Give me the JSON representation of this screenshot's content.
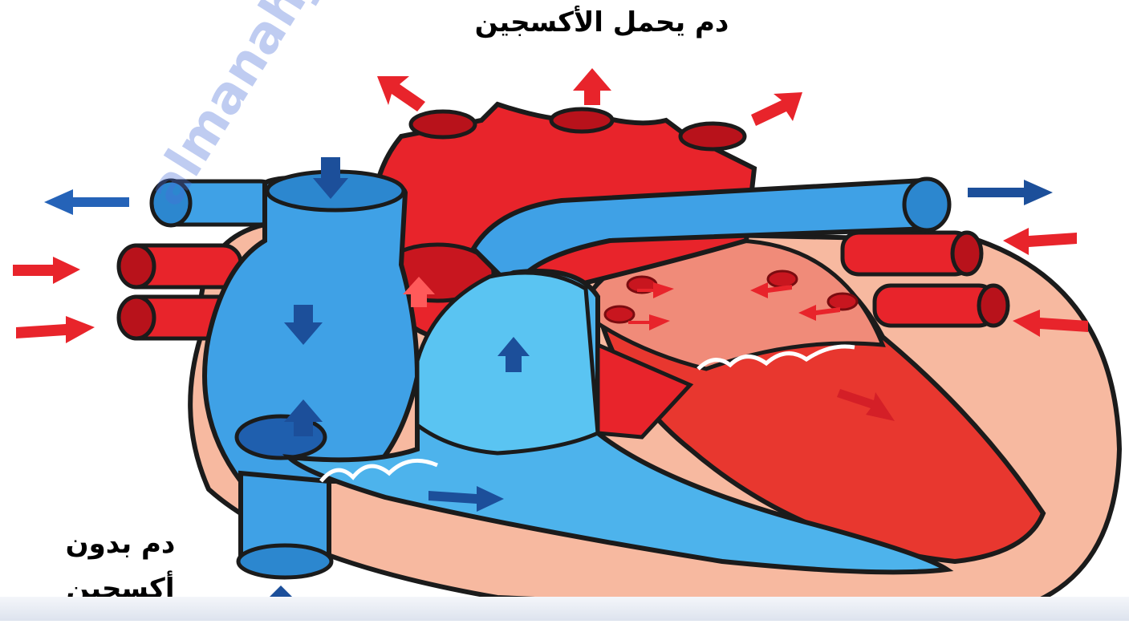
{
  "labels": {
    "oxygenated_blood": "دم يحمل الأكسجين",
    "deoxygenated_blood_line1": "دم بدون",
    "deoxygenated_blood_line2": "أكسجين"
  },
  "watermark": "almanahj.com",
  "colors": {
    "oxygenated": "#e8242b",
    "deoxygenated": "#3fa1e6",
    "dark_blue_arrow": "#1c4f9a",
    "pericardium": "#f7b9a0",
    "outline": "#1b1b1b"
  }
}
